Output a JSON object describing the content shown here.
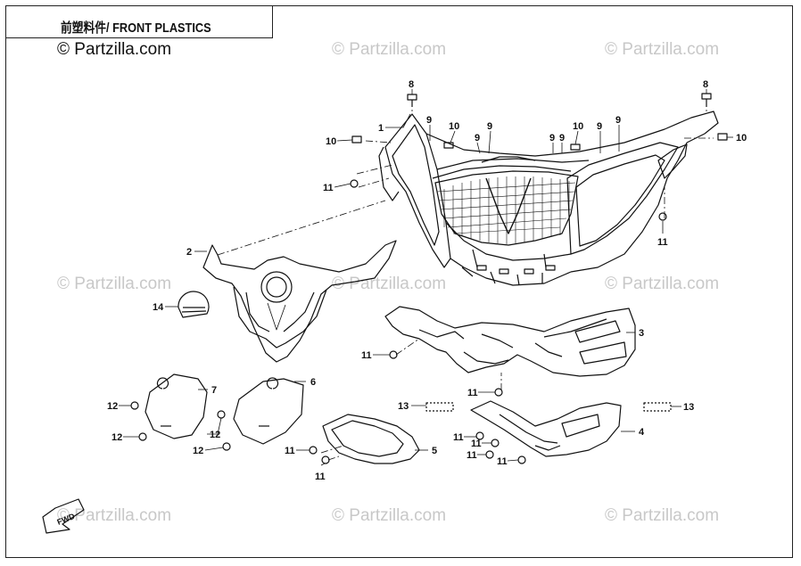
{
  "title": "前塑料件/ FRONT PLASTICS",
  "copyright": "© Partzilla.com",
  "watermark": "© Partzilla.com",
  "fwd_label": "FWD",
  "callouts": {
    "c1": "1",
    "c2": "2",
    "c3": "3",
    "c4": "4",
    "c5": "5",
    "c6": "6",
    "c7": "7",
    "c8": "8",
    "c9": "9",
    "c10": "10",
    "c11": "11",
    "c12": "12",
    "c13": "13",
    "c14": "14"
  }
}
